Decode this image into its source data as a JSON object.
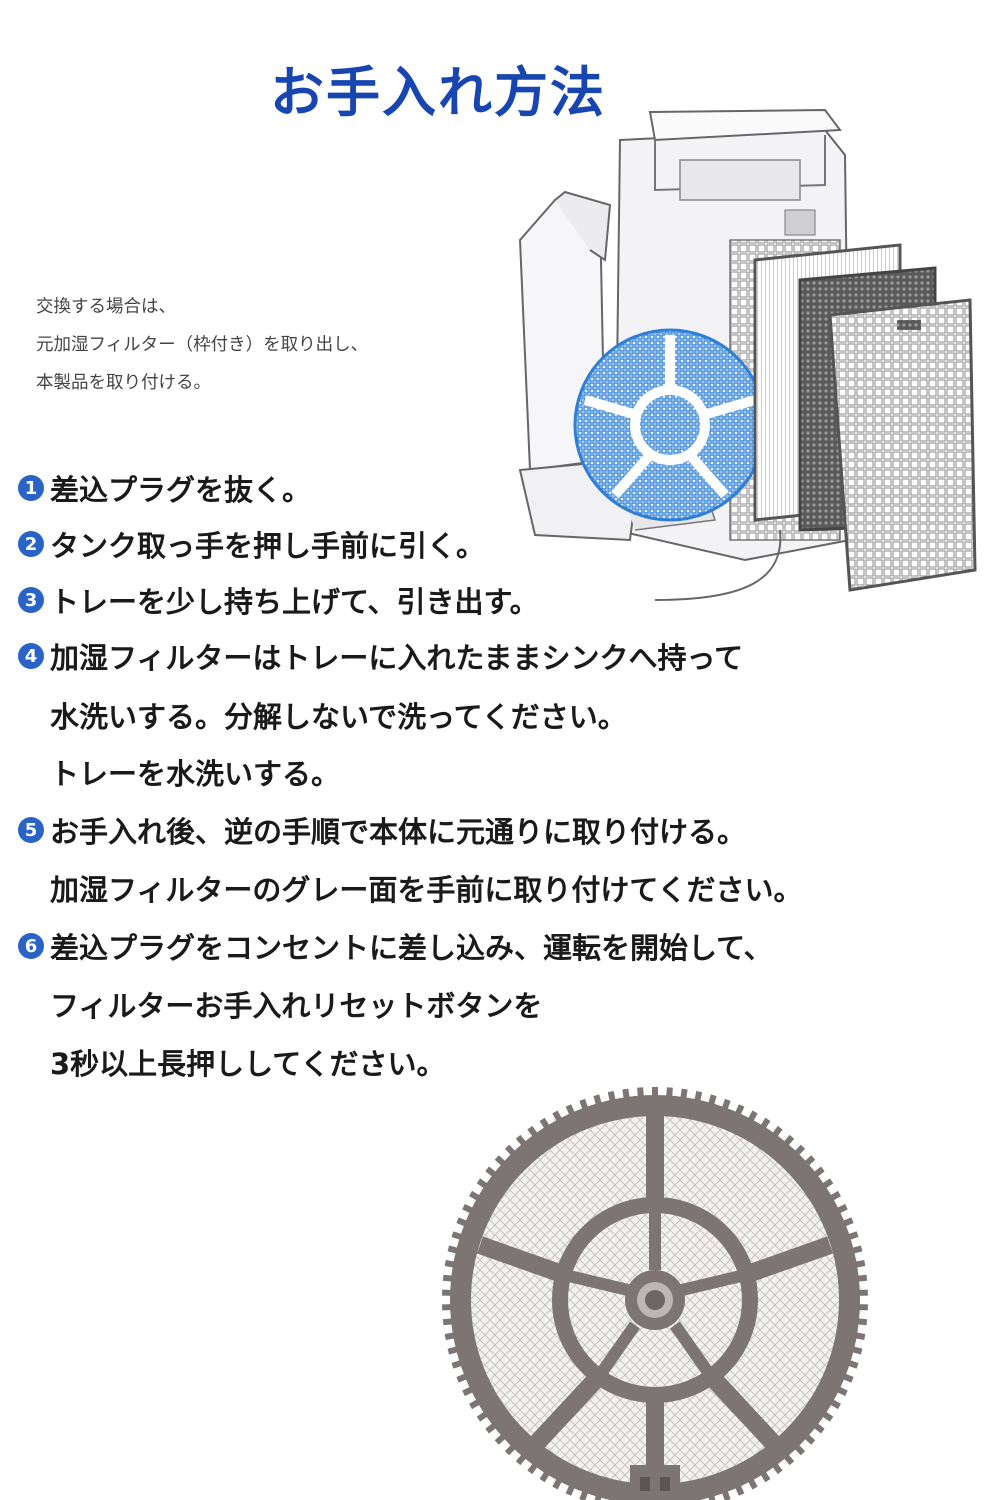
{
  "title": "お手入れ方法",
  "note": [
    "交換する場合は、",
    "元加湿フィルター（枠付き）を取り出し、",
    "本製品を取り付ける。"
  ],
  "steps": [
    {
      "num": "1",
      "lines": [
        "差込プラグを抜く。"
      ]
    },
    {
      "num": "2",
      "lines": [
        "タンク取っ手を押し手前に引く。"
      ]
    },
    {
      "num": "3",
      "lines": [
        "トレーを少し持ち上げて、引き出す。"
      ]
    },
    {
      "num": "4",
      "lines": [
        "加湿フィルターはトレーに入れたままシンクへ持って",
        "水洗いする。分解しないで洗ってください。",
        "トレーを水洗いする。"
      ]
    },
    {
      "num": "5",
      "lines": [
        "お手入れ後、逆の手順で本体に元通りに取り付ける。",
        "加湿フィルターのグレー面を手前に取り付けてください。"
      ]
    },
    {
      "num": "6",
      "lines": [
        "差込プラグをコンセントに差し込み、運転を開始して、",
        "フィルターお手入れリセットボタンを",
        "3秒以上長押ししてください。"
      ]
    }
  ],
  "colors": {
    "title": "#1846b0",
    "step_badge": "#2a63c6",
    "filter_frame": "#7d7474",
    "filter_mesh": "#f2efef",
    "blue_filter": "#2f7fd6"
  }
}
